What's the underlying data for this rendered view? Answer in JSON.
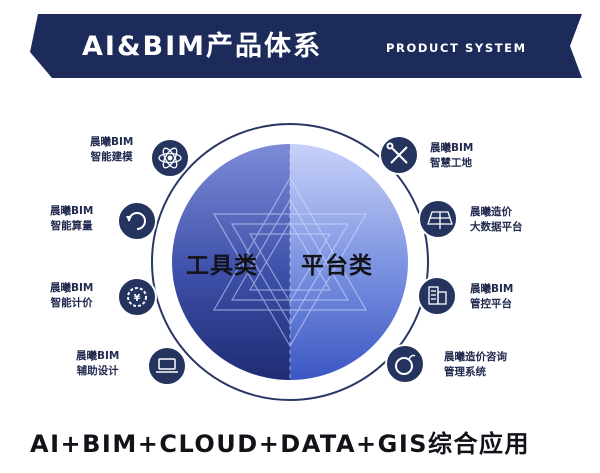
{
  "banner": {
    "title": "AI&BIM产品体系",
    "subtitle": "PRODUCT SYSTEM"
  },
  "center": {
    "left_label": "工具类",
    "right_label": "平台类"
  },
  "left_items": [
    {
      "line1": "晨曦BIM",
      "line2": "智能建模",
      "icon": "atom-icon"
    },
    {
      "line1": "晨曦BIM",
      "line2": "智能算量",
      "icon": "refresh-cycle-icon"
    },
    {
      "line1": "晨曦BIM",
      "line2": "智能计价",
      "icon": "yuan-gear-icon"
    },
    {
      "line1": "晨曦BIM",
      "line2": "辅助设计",
      "icon": "laptop-icon"
    }
  ],
  "right_items": [
    {
      "line1": "晨曦BIM",
      "line2": "智慧工地",
      "icon": "tools-icon"
    },
    {
      "line1": "晨曦造价",
      "line2": "大数据平台",
      "icon": "solar-panel-icon"
    },
    {
      "line1": "晨曦BIM",
      "line2": "管控平台",
      "icon": "building-icon"
    },
    {
      "line1": "晨曦造价咨询",
      "line2": "管理系统",
      "icon": "bomb-icon"
    }
  ],
  "footer": {
    "text": "AI+BIM+CLOUD+DATA+GIS综合应用"
  },
  "colors": {
    "navy": "#1d2b5b",
    "icon_circle": "#24345f",
    "ring": "#2a3766",
    "left_half_light": "#6f7fd0",
    "left_half_dark": "#2c3a8f",
    "right_half_light": "#b9c4f4",
    "right_half_dark": "#4c63c4"
  }
}
